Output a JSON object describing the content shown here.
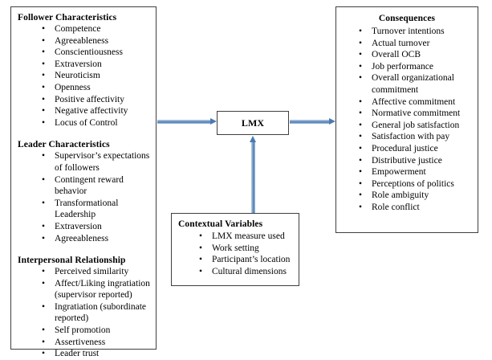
{
  "diagram": {
    "left_box": {
      "groups": [
        {
          "title": "Follower Characteristics",
          "items": [
            "Competence",
            "Agreeableness",
            "Conscientiousness",
            "Extraversion",
            "Neuroticism",
            "Openness",
            "Positive affectivity",
            "Negative affectivity",
            "Locus of Control"
          ]
        },
        {
          "title": "Leader Characteristics",
          "items": [
            "Supervisor’s expectations of followers",
            "Contingent reward behavior",
            "Transformational Leadership",
            "Extraversion",
            "Agreeableness"
          ]
        },
        {
          "title": "Interpersonal Relationship",
          "items": [
            "Perceived similarity",
            "Affect/Liking ingratiation (supervisor reported)",
            "Ingratiation (subordinate reported)",
            "Self promotion",
            "Assertiveness",
            "Leader trust"
          ]
        }
      ]
    },
    "center_box": {
      "title": "LMX"
    },
    "context_box": {
      "title": "Contextual Variables",
      "items": [
        "LMX measure used",
        "Work setting",
        "Participant’s location",
        "Cultural dimensions"
      ]
    },
    "right_box": {
      "title": "Consequences",
      "items": [
        "Turnover intentions",
        "Actual turnover",
        "Overall OCB",
        "Job performance",
        "Overall organizational commitment",
        "Affective commitment",
        "Normative commitment",
        "General job satisfaction",
        "Satisfaction with pay",
        "Procedural justice",
        "Distributive justice",
        "Empowerment",
        "Perceptions of politics",
        "Role ambiguity",
        "Role conflict"
      ]
    },
    "bullet_glyph": "•",
    "colors": {
      "arrow": "#4a7bb0",
      "border": "#3f3f3f",
      "background": "#ffffff"
    }
  }
}
